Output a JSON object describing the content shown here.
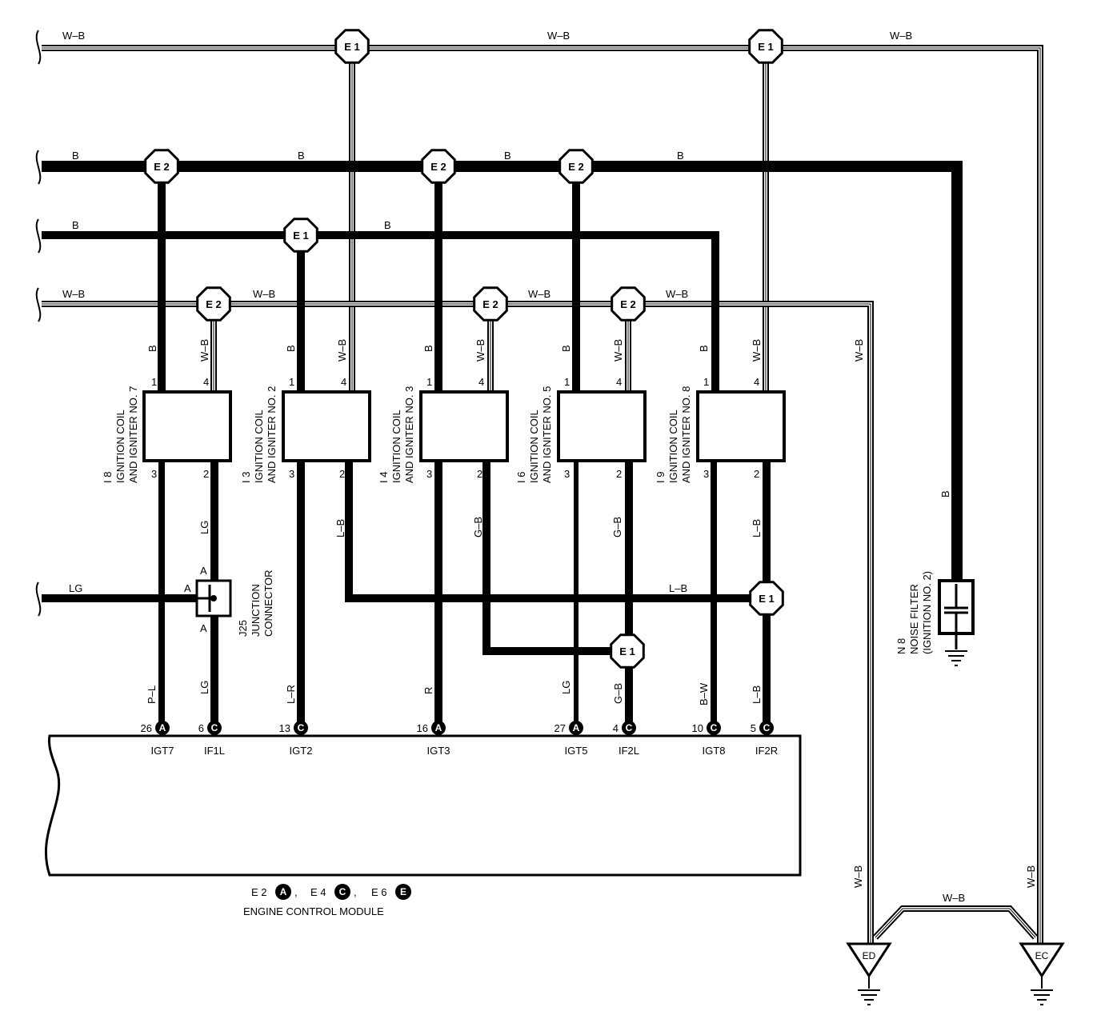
{
  "colors": {
    "wire": "#000000",
    "background": "#ffffff"
  },
  "wire_labels": {
    "wb_top_1": "W–B",
    "wb_top_2": "W–B",
    "wb_top_3": "W–B",
    "b_r1_1": "B",
    "b_r1_2": "B",
    "b_r1_3": "B",
    "b_r1_4": "B",
    "b_r2_1": "B",
    "b_r2_2": "B",
    "wb_r3_1": "W–B",
    "wb_r3_2": "W–B",
    "wb_r3_3": "W–B",
    "wb_r3_4": "W–B",
    "wb_right_v": "W–B",
    "lg_left": "LG",
    "lb_horiz": "L–B",
    "v_b_1": "B",
    "v_wb_1": "W–B",
    "v_b_2": "B",
    "v_wb_2": "W–B",
    "v_b_3": "B",
    "v_wb_3": "W–B",
    "v_b_4": "B",
    "v_wb_4": "W–B",
    "v_b_5": "B",
    "v_wb_5": "W–B",
    "v_lg_1": "LG",
    "v_lb_1": "L–B",
    "v_gb_1": "G–B",
    "v_gb_2": "G–B",
    "v_lb_2": "L–B",
    "v_pl": "P–L",
    "v_lg_2": "LG",
    "v_lr": "L–R",
    "v_r": "R",
    "v_lg_3": "LG",
    "v_gb_3": "G–B",
    "v_bw": "B–W",
    "v_lb_3": "L–B",
    "v_b_nf": "B",
    "v_wb_ed": "W–B",
    "v_wb_ec": "W–B",
    "wb_bottom": "W–B"
  },
  "splices": {
    "e1_top_a": "E 1",
    "e1_top_b": "E 1",
    "e2_a": "E 2",
    "e2_b": "E 2",
    "e2_c": "E 2",
    "e1_r2": "E 1",
    "e2_r3_a": "E 2",
    "e2_r3_b": "E 2",
    "e2_r3_c": "E 2",
    "e1_lb": "E 1",
    "e1_gb": "E 1"
  },
  "components": [
    {
      "id": "I 8",
      "name_1": "IGNITION COIL",
      "name_2": "AND IGNITER NO. 7",
      "pin_tl": "1",
      "pin_tr": "4",
      "pin_bl": "3",
      "pin_br": "2"
    },
    {
      "id": "I 3",
      "name_1": "IGNITION COIL",
      "name_2": "AND IGNITER NO. 2",
      "pin_tl": "1",
      "pin_tr": "4",
      "pin_bl": "3",
      "pin_br": "2"
    },
    {
      "id": "I 4",
      "name_1": "IGNITION COIL",
      "name_2": "AND IGNITER NO. 3",
      "pin_tl": "1",
      "pin_tr": "4",
      "pin_bl": "3",
      "pin_br": "2"
    },
    {
      "id": "I 6",
      "name_1": "IGNITION COIL",
      "name_2": "AND IGNITER NO. 5",
      "pin_tl": "1",
      "pin_tr": "4",
      "pin_bl": "3",
      "pin_br": "2"
    },
    {
      "id": "I 9",
      "name_1": "IGNITION COIL",
      "name_2": "AND IGNITER NO. 8",
      "pin_tl": "1",
      "pin_tr": "4",
      "pin_bl": "3",
      "pin_br": "2"
    }
  ],
  "junction": {
    "id": "J25",
    "name_1": "JUNCTION",
    "name_2": "CONNECTOR",
    "pin_a_top": "A",
    "pin_a_left": "A",
    "pin_a_bottom": "A"
  },
  "noise_filter": {
    "id": "N 8",
    "name_1": "NOISE FILTER",
    "name_2": "(IGNITION NO. 2)"
  },
  "ecm": {
    "name": "ENGINE CONTROL MODULE",
    "legend": [
      {
        "code": "E 2",
        "letter": "A",
        "sep": ","
      },
      {
        "code": "E 4",
        "letter": "C",
        "sep": ","
      },
      {
        "code": "E 6",
        "letter": "E",
        "sep": ""
      }
    ],
    "terminals": [
      {
        "pin": "26",
        "conn": "A",
        "name": "IGT7"
      },
      {
        "pin": "6",
        "conn": "C",
        "name": "IF1L"
      },
      {
        "pin": "13",
        "conn": "C",
        "name": "IGT2"
      },
      {
        "pin": "16",
        "conn": "A",
        "name": "IGT3"
      },
      {
        "pin": "27",
        "conn": "A",
        "name": "IGT5"
      },
      {
        "pin": "4",
        "conn": "C",
        "name": "IF2L"
      },
      {
        "pin": "10",
        "conn": "C",
        "name": "IGT8"
      },
      {
        "pin": "5",
        "conn": "C",
        "name": "IF2R"
      }
    ]
  },
  "grounds": {
    "ed": "ED",
    "ec": "EC"
  }
}
